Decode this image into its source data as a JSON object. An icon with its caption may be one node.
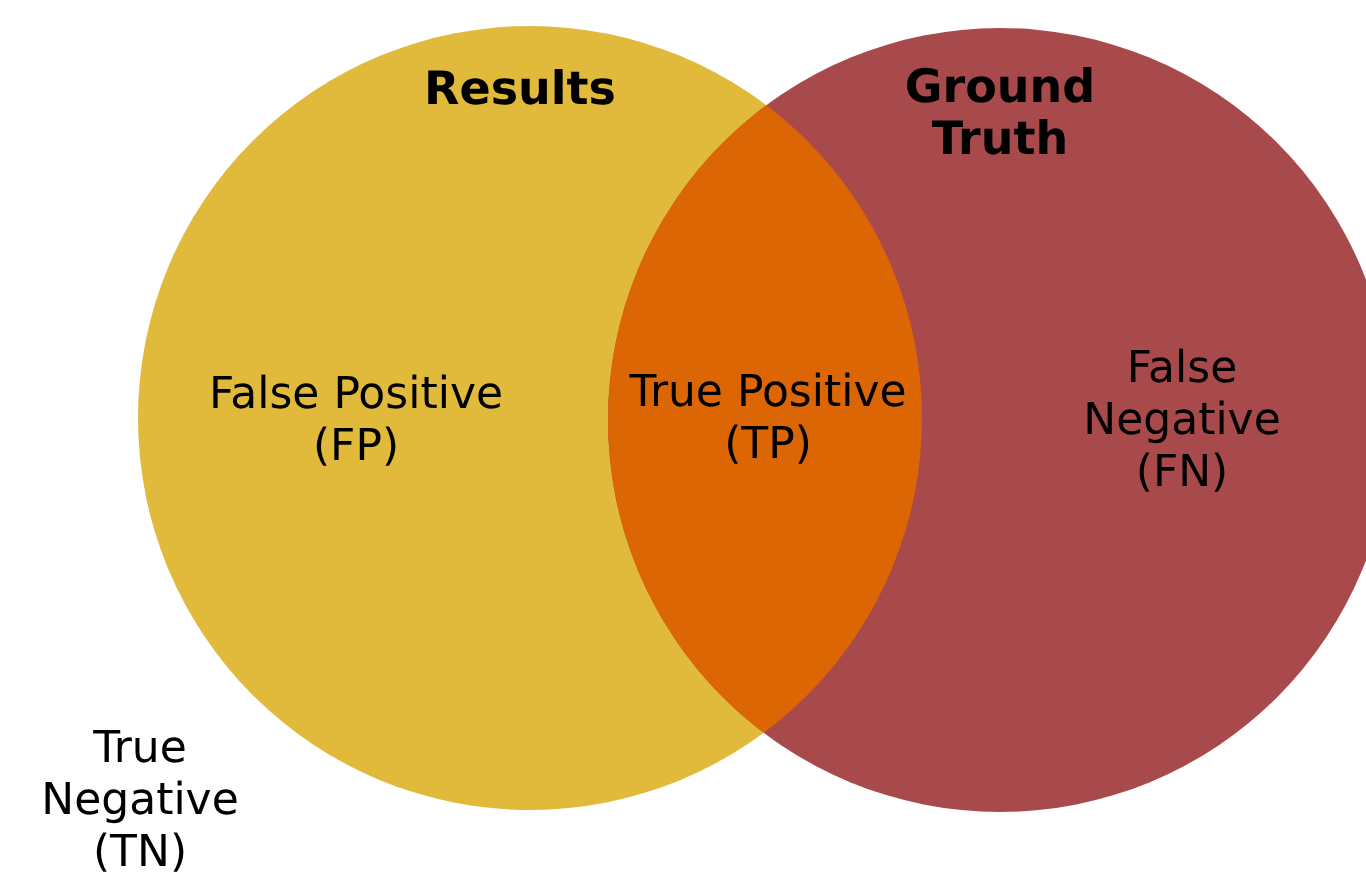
{
  "diagram": {
    "nodes": [
      {
        "text": [
          "Results",
          "False Positive (FP)"
        ]
      },
      {
        "text": [
          "Ground Truth",
          "False Negative (FN)"
        ]
      },
      {
        "text": [
          "True Positive (TP)"
        ]
      }
    ],
    "labels": [
      "True Negative (TN)"
    ]
  }
}
